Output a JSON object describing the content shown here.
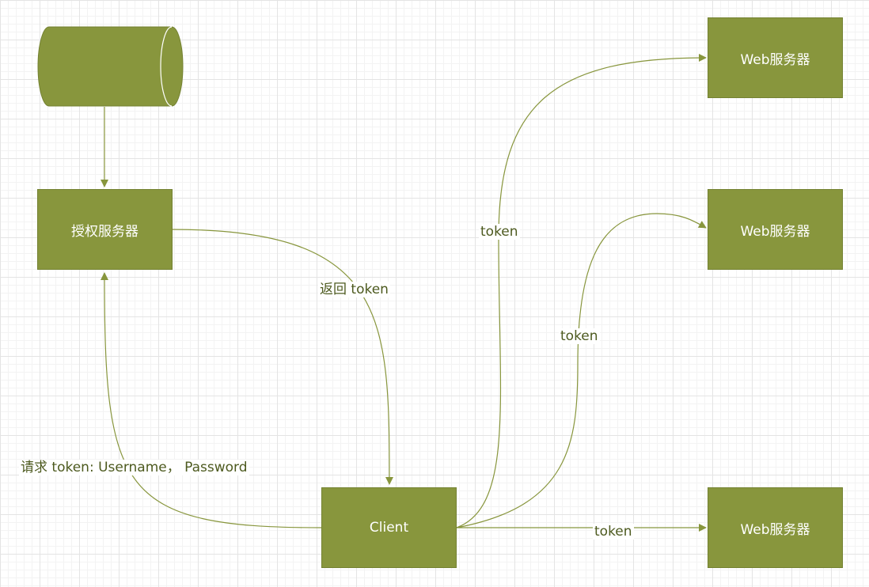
{
  "colors": {
    "node_fill": "#88963d",
    "edge": "#88963d",
    "label_text": "#4d5a1f"
  },
  "nodes": {
    "database": {
      "label": ""
    },
    "auth_server": {
      "label": "授权服务器"
    },
    "client": {
      "label": "Client"
    },
    "web_server_1": {
      "label": "Web服务器"
    },
    "web_server_2": {
      "label": "Web服务器"
    },
    "web_server_3": {
      "label": "Web服务器"
    }
  },
  "edges": {
    "database_to_auth": {
      "label": ""
    },
    "auth_to_client": {
      "label": "返回 token"
    },
    "client_to_auth": {
      "label": "请求 token: Username， Password"
    },
    "client_to_web_1": {
      "label": "token"
    },
    "client_to_web_2": {
      "label": "token"
    },
    "client_to_web_3": {
      "label": "token"
    }
  }
}
